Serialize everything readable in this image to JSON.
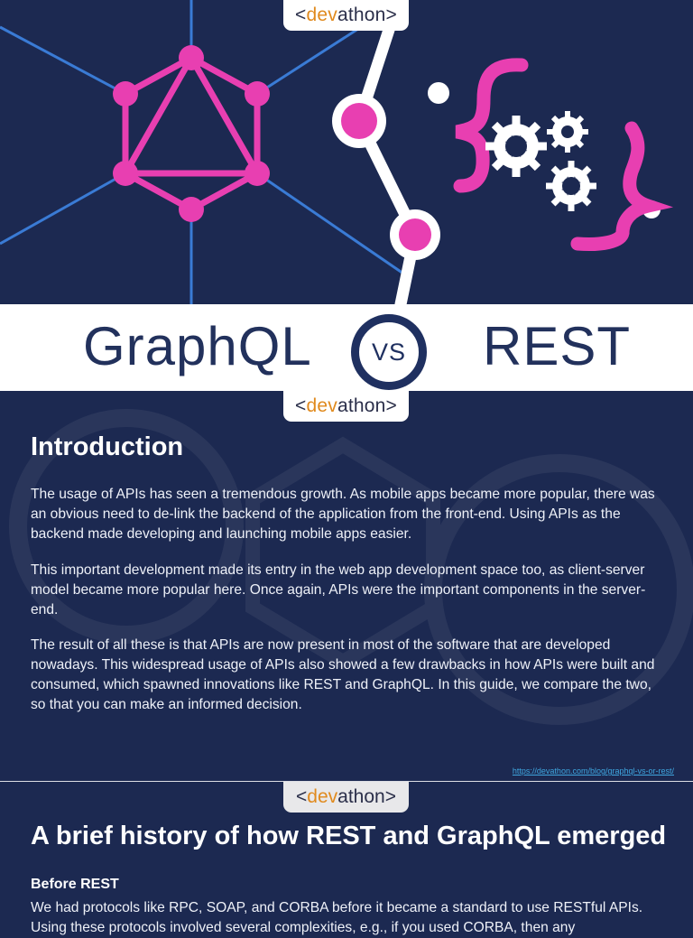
{
  "header": {
    "logo_prefix": "<",
    "logo_dev": "dev",
    "logo_suffix": "athon",
    "logo_close": ">"
  },
  "band": {
    "left_title": "GraphQL",
    "vs": "VS",
    "right_title": "REST"
  },
  "intro": {
    "heading": "Introduction",
    "p1": "The usage of APIs has seen a tremendous growth. As mobile apps became more popular, there was an obvious need to de-link the backend of the application from the front-end. Using APIs as the backend made developing and launching mobile apps easier.",
    "p2": "This important development made its entry in the web app development space too, as client-server model became more popular here. Once again, APIs were the important components in the server-end.",
    "p3": "The result of all these is that APIs are now present in most of the software that are developed nowadays. This widespread usage of APIs also showed a few drawbacks in how APIs were built and consumed, which spawned innovations like REST and GraphQL. In this guide, we compare the two, so that you can make an informed decision.",
    "link": "https://devathon.com/blog/graphql-vs-or-rest/"
  },
  "history": {
    "heading": "A brief history of how REST and GraphQL emerged",
    "subheading": "Before REST",
    "p1": "We had protocols like RPC, SOAP, and CORBA before it became a standard to use RESTful APIs. Using these protocols involved several complexities, e.g., if you used CORBA, then any"
  },
  "colors": {
    "navy": "#1c2951",
    "pink": "#e83fb1",
    "blue_line": "#3a7bd5",
    "orange": "#e08a1e"
  }
}
